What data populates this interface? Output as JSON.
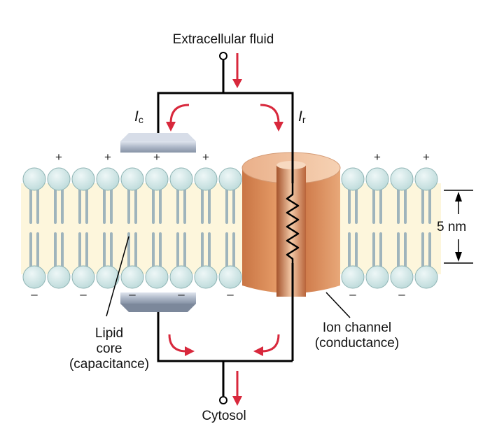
{
  "labels": {
    "extracellular": "Extracellular fluid",
    "cytosol": "Cytosol",
    "ic_symbol": "I",
    "ic_sub": "c",
    "ir_symbol": "I",
    "ir_sub": "r",
    "thickness": "5 nm",
    "lipid_line1": "Lipid",
    "lipid_line2": "core",
    "lipid_line3": "(capacitance)",
    "ion_line1": "Ion channel",
    "ion_line2": "(conductance)"
  },
  "charges": {
    "top_symbol": "+",
    "bottom_symbol": "–"
  },
  "colors": {
    "membrane_core": "#fdf6dc",
    "head_fill": "#cfe6e6",
    "head_stroke": "#8fb4b4",
    "tail": "#9fb4bc",
    "channel": "#d98c5c",
    "channel_dark": "#b8643a",
    "channel_light": "#f2c9a6",
    "capacitor_plate": "#a9b4c4",
    "current_arrow": "#d8283c",
    "wire": "#000000"
  },
  "icons": [
    "terminal-circle-icon",
    "current-arrow-icon",
    "resistor-icon",
    "capacitor-plate-icon",
    "dimension-arrow-icon"
  ]
}
